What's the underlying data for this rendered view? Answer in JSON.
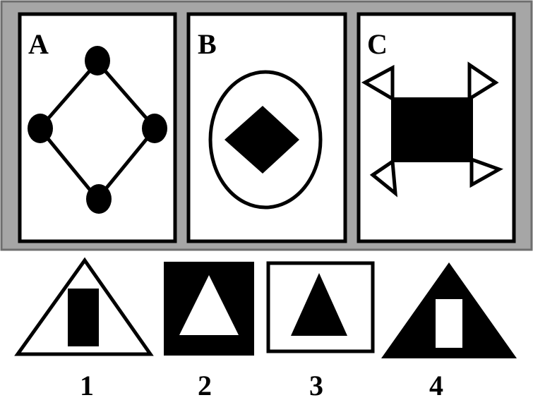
{
  "panels": [
    {
      "label": "A",
      "shape": "diamond-outline-with-four-dots"
    },
    {
      "label": "B",
      "shape": "ellipse-outline-with-filled-diamond"
    },
    {
      "label": "C",
      "shape": "filled-square-with-four-corner-triangles"
    }
  ],
  "options": [
    {
      "label": "1",
      "shape": "triangle-outline-with-filled-rectangle"
    },
    {
      "label": "2",
      "shape": "filled-square-with-white-triangle"
    },
    {
      "label": "3",
      "shape": "rectangle-outline-with-filled-triangle"
    },
    {
      "label": "4",
      "shape": "filled-triangle-with-white-rectangle"
    }
  ],
  "colors": {
    "frame": "#8c8c8c",
    "frame_fill": "#a6a6a6",
    "ink": "#000000",
    "paper": "#ffffff"
  }
}
